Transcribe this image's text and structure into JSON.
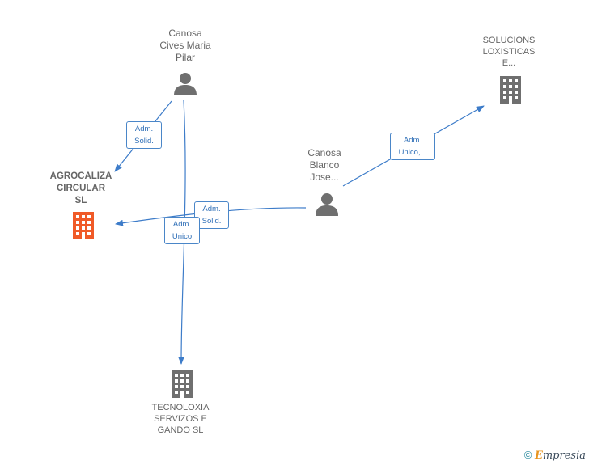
{
  "nodes": {
    "person_maria": {
      "lines": [
        "Canosa",
        "Cives Maria",
        "Pilar"
      ]
    },
    "person_jose": {
      "lines": [
        "Canosa",
        "Blanco",
        "Jose..."
      ]
    },
    "company_agrocaliza": {
      "lines": [
        "AGROCALIZA",
        "CIRCULAR",
        "SL"
      ],
      "color": "#f05a28"
    },
    "company_solucions": {
      "lines": [
        "SOLUCIONS",
        "LOXISTICAS",
        "E..."
      ],
      "color": "#6f6f6f"
    },
    "company_tecnoloxia": {
      "lines": [
        "TECNOLOXIA",
        "SERVIZOS E",
        "GANDO  SL"
      ],
      "color": "#6f6f6f"
    }
  },
  "edges": {
    "maria_agrocaliza": [
      "Adm.",
      "Solid."
    ],
    "jose_agrocaliza": [
      "Adm.",
      "Solid."
    ],
    "maria_tecnoloxia": [
      "Adm.",
      "Unico"
    ],
    "jose_solucions": [
      "Adm.",
      "Unico,..."
    ]
  },
  "colors": {
    "edge": "#3d7cc9",
    "person_icon": "#6f6f6f"
  },
  "footer": {
    "copyright": "©",
    "brand_initial": "E",
    "brand_rest": "mpresia"
  }
}
